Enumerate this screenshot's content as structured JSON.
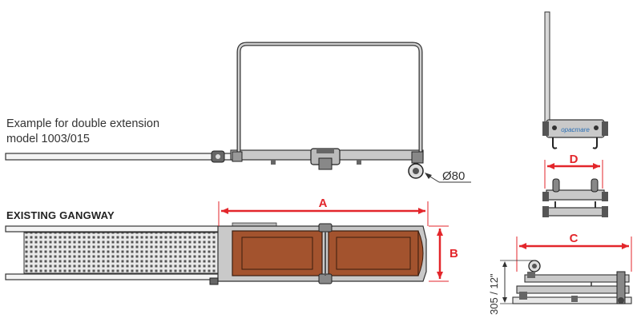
{
  "caption": {
    "line1": "Example for double extension",
    "line2": "model 1003/015"
  },
  "heading": "EXISTING GANGWAY",
  "labels": {
    "wheel_diameter": "Ø80",
    "dim_a": "A",
    "dim_b": "B",
    "dim_c": "C",
    "dim_d": "D",
    "height_note": "305 / 12\"",
    "brand": "opacmare"
  },
  "colors": {
    "dimension": "#e3262b",
    "deck": "#a3532e",
    "frame": "#c9c9c9",
    "outline": "#333333"
  }
}
